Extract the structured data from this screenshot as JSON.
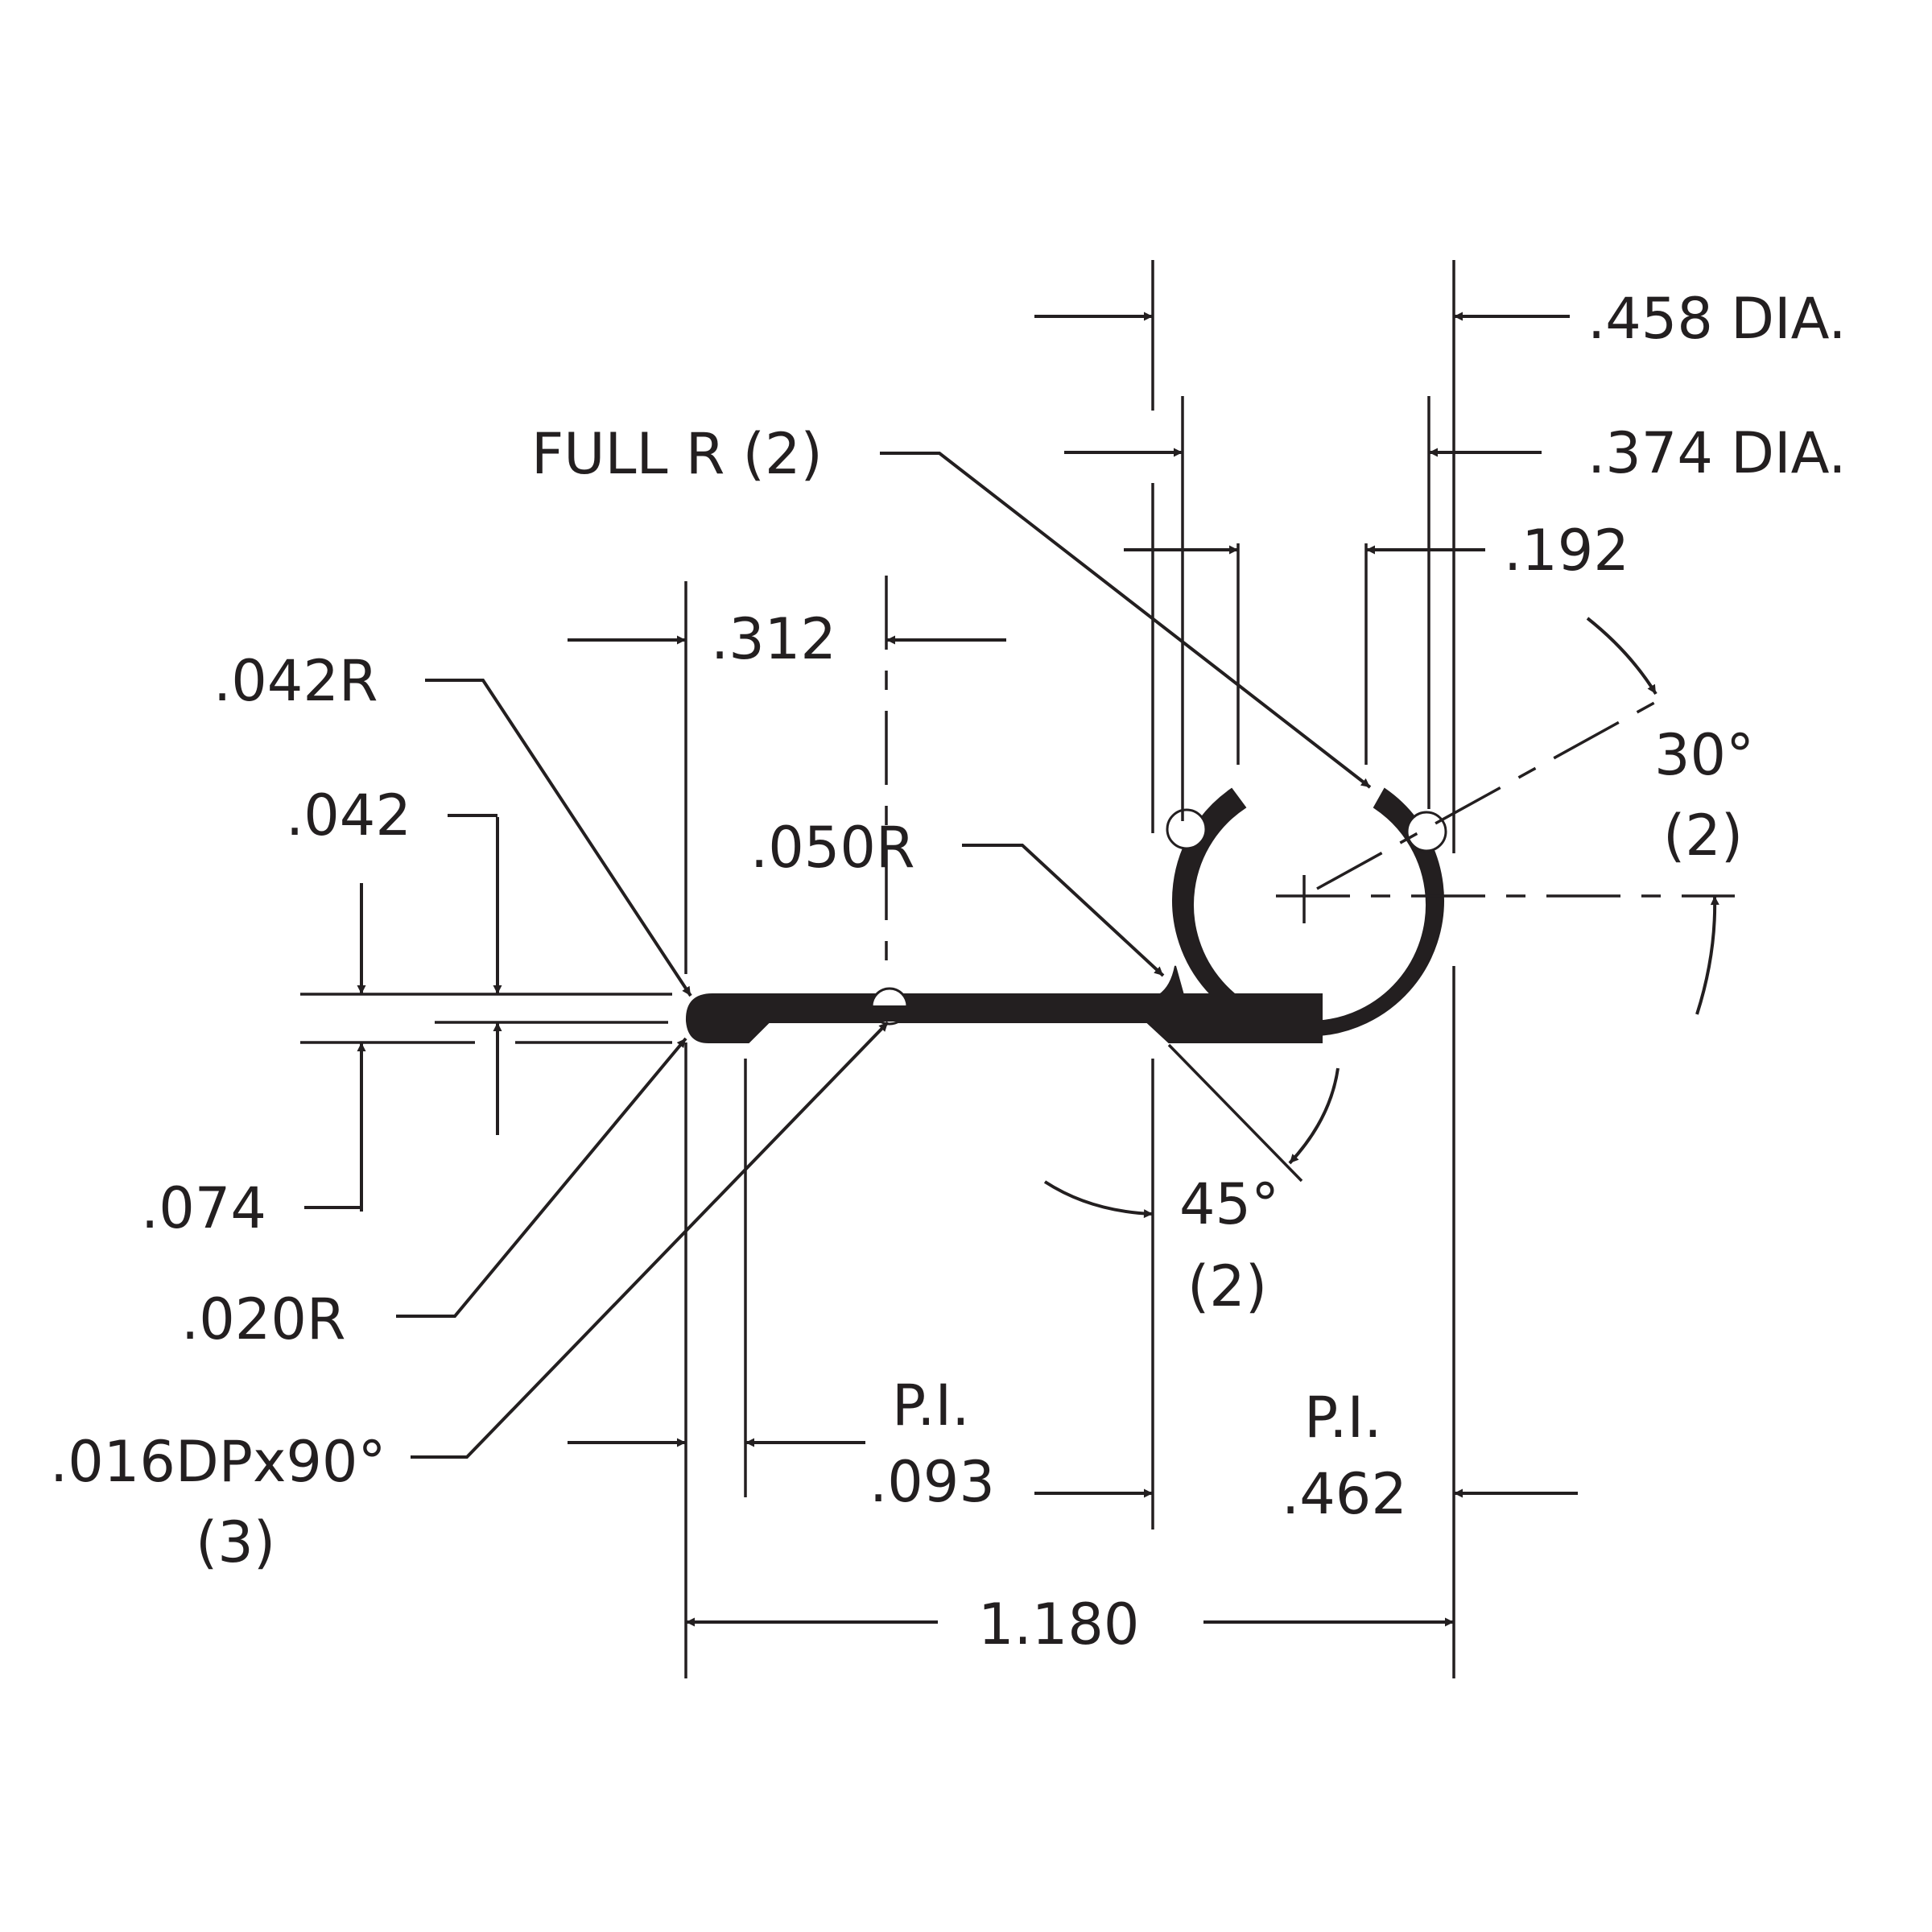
{
  "drawing": {
    "labels": {
      "dia_outer": ".458 DIA.",
      "dia_inner": ".374 DIA.",
      "full_r": "FULL R (2)",
      "dim_192": ".192",
      "dim_312": ".312",
      "r_042": ".042R",
      "dim_042": ".042",
      "r_050": ".050R",
      "angle_30": "30°",
      "angle_30_count": "(2)",
      "dim_074": ".074",
      "r_020": ".020R",
      "angle_45": "45°",
      "angle_45_count": "(2)",
      "groove": ".016DPx90°",
      "groove_count": "(3)",
      "pi_label_left": "P.I.",
      "pi_value_left": ".093",
      "pi_label_right": "P.I.",
      "pi_value_right": ".462",
      "overall_width": "1.180"
    },
    "colors": {
      "ink": "#231f20",
      "paper": "#ffffff"
    }
  }
}
